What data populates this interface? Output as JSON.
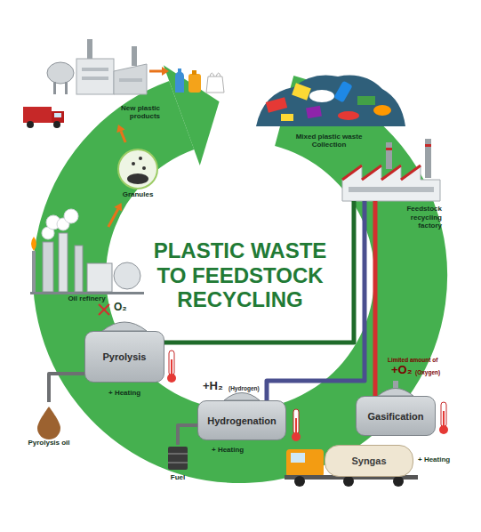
{
  "diagram": {
    "title": "PLASTIC WASTE TO FEEDSTOCK RECYCLING",
    "nodes": [
      {
        "text": [
          "Mixed plastic waste Collection"
        ]
      },
      {
        "text": [
          "Feedstock recycling factory"
        ]
      },
      {
        "text": [
          "Gasification"
        ]
      },
      {
        "text": [
          "Hydrogenation"
        ]
      },
      {
        "text": [
          "Pyrolysis"
        ]
      },
      {
        "text": [
          "Oil refinery"
        ]
      },
      {
        "text": [
          "Granules"
        ]
      },
      {
        "text": [
          "New plastic products"
        ]
      },
      {
        "text": [
          "Syngas"
        ]
      },
      {
        "text": [
          "Pyrolysis oil"
        ]
      },
      {
        "text": [
          "Fuel"
        ]
      }
    ],
    "edges": [
      {
        "from": 1,
        "to": 2,
        "arrow": "none"
      },
      {
        "from": 1,
        "to": 3,
        "arrow": "none"
      },
      {
        "from": 1,
        "to": 4,
        "arrow": "none"
      },
      {
        "from": 5,
        "to": 6,
        "arrow": "to"
      },
      {
        "from": 6,
        "to": 7,
        "arrow": "to"
      },
      {
        "from": 4,
        "to": 9,
        "arrow": "none"
      },
      {
        "from": 3,
        "to": 10,
        "arrow": "none"
      }
    ],
    "labels": [
      "O₂",
      "+ Heating",
      "+H₂",
      "(Hydrogen)",
      "+ Heating",
      "Limited amount of",
      "+O₂",
      "(Oxygen)",
      "+ Heating"
    ]
  }
}
